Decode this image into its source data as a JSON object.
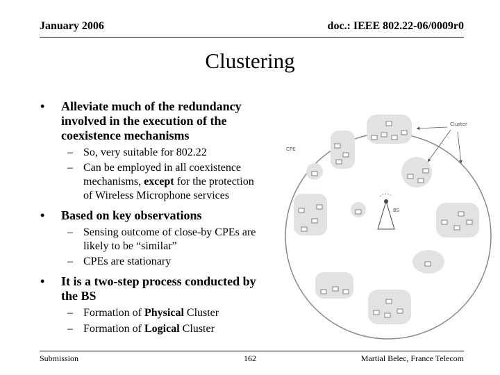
{
  "header": {
    "date": "January 2006",
    "doc_id": "doc.: IEEE 802.22-06/0009r0"
  },
  "title": "Clustering",
  "bullets": [
    {
      "lines": [
        "Alleviate much of the redundancy",
        "involved in the execution of the",
        "coexistence mechanisms"
      ],
      "sub": [
        {
          "lines": [
            "So, very suitable for 802.22"
          ]
        },
        {
          "lines": [
            "Can be employed in all coexistence",
            "mechanisms, except for the protection",
            "of Wireless Microphone services"
          ]
        }
      ]
    },
    {
      "lines": [
        "Based on key observations"
      ],
      "sub": [
        {
          "lines": [
            "Sensing outcome of close-by CPEs are",
            "likely to be “similar”"
          ]
        },
        {
          "lines": [
            "CPEs are stationary"
          ]
        }
      ]
    },
    {
      "lines": [
        "It is a two-step process conducted by",
        "the BS"
      ],
      "sub": [
        {
          "lines": [
            "Formation of Physical Cluster"
          ]
        },
        {
          "lines": [
            "Formation of Logical Cluster"
          ]
        }
      ]
    }
  ],
  "diagram": {
    "cluster_label": "Cluster",
    "cpe_label": "CPE",
    "bs_label": "BS"
  },
  "footer": {
    "left": "Submission",
    "page": "162",
    "author": "Martial Belec, France Telecom"
  }
}
